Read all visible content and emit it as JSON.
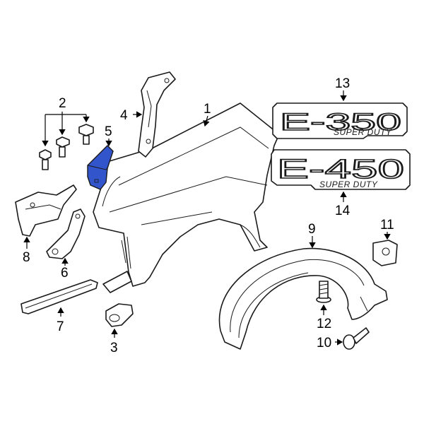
{
  "callouts": {
    "c1": "1",
    "c2": "2",
    "c3": "3",
    "c4": "4",
    "c5": "5",
    "c6": "6",
    "c7": "7",
    "c8": "8",
    "c9": "9",
    "c10": "10",
    "c11": "11",
    "c12": "12",
    "c13": "13",
    "c14": "14"
  },
  "badges": {
    "e350_model": "E-350",
    "e350_sub": "SUPER DUTY",
    "e450_model": "E-450",
    "e450_sub": "SUPER DUTY"
  },
  "colors": {
    "highlight": "#3355cc",
    "stroke": "#1a1a1a"
  }
}
